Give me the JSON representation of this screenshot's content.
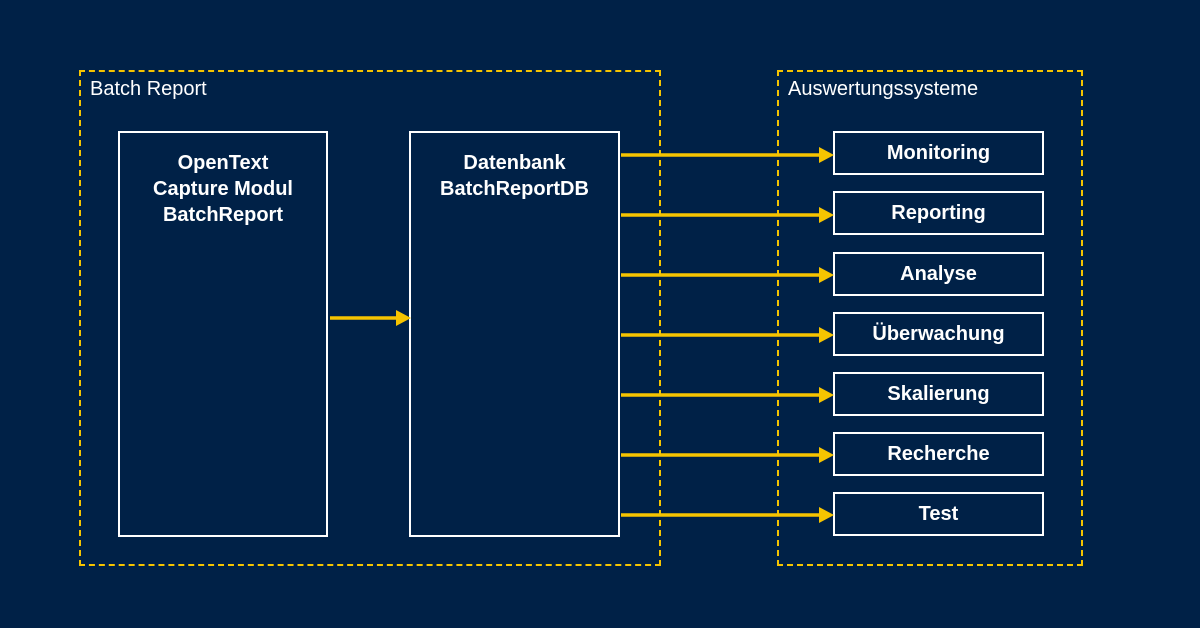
{
  "diagram": {
    "colors": {
      "background": "#002147",
      "accent": "#f6c400",
      "box": "#ffffff"
    },
    "groups": [
      {
        "id": "batch",
        "label": "Batch Report"
      },
      {
        "id": "eval",
        "label": "Auswertungssysteme"
      }
    ],
    "source": {
      "lines": [
        "OpenText",
        "Capture Modul",
        "BatchReport"
      ]
    },
    "database": {
      "lines": [
        "Datenbank",
        "BatchReportDB"
      ]
    },
    "targets": [
      {
        "label": "Monitoring"
      },
      {
        "label": "Reporting"
      },
      {
        "label": "Analyse"
      },
      {
        "label": "Überwachung"
      },
      {
        "label": "Skalierung"
      },
      {
        "label": "Recherche"
      },
      {
        "label": "Test"
      }
    ],
    "edges": [
      {
        "from": "source",
        "to": "database"
      },
      {
        "from": "database",
        "to": "Monitoring"
      },
      {
        "from": "database",
        "to": "Reporting"
      },
      {
        "from": "database",
        "to": "Analyse"
      },
      {
        "from": "database",
        "to": "Überwachung"
      },
      {
        "from": "database",
        "to": "Skalierung"
      },
      {
        "from": "database",
        "to": "Recherche"
      },
      {
        "from": "database",
        "to": "Test"
      }
    ]
  }
}
